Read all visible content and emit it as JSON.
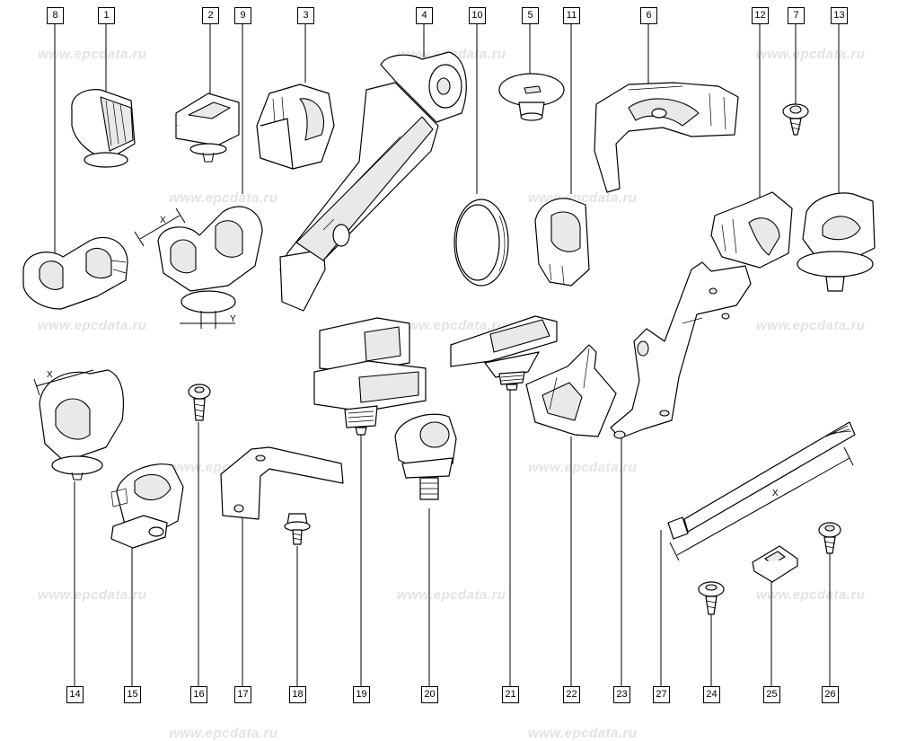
{
  "watermark": {
    "text": "www.epcdata.ru",
    "color": "#e3e3e3"
  },
  "callouts": {
    "c1": "1",
    "c2": "2",
    "c3": "3",
    "c4": "4",
    "c5": "5",
    "c6": "6",
    "c7": "7",
    "c8": "8",
    "c9": "9",
    "c10": "10",
    "c11": "11",
    "c12": "12",
    "c13": "13",
    "c14": "14",
    "c15": "15",
    "c16": "16",
    "c17": "17",
    "c18": "18",
    "c19": "19",
    "c20": "20",
    "c21": "21",
    "c22": "22",
    "c23": "23",
    "c24": "24",
    "c25": "25",
    "c26": "26",
    "c27": "27"
  },
  "dimensions": {
    "x_label": "X",
    "y_label": "Y"
  }
}
